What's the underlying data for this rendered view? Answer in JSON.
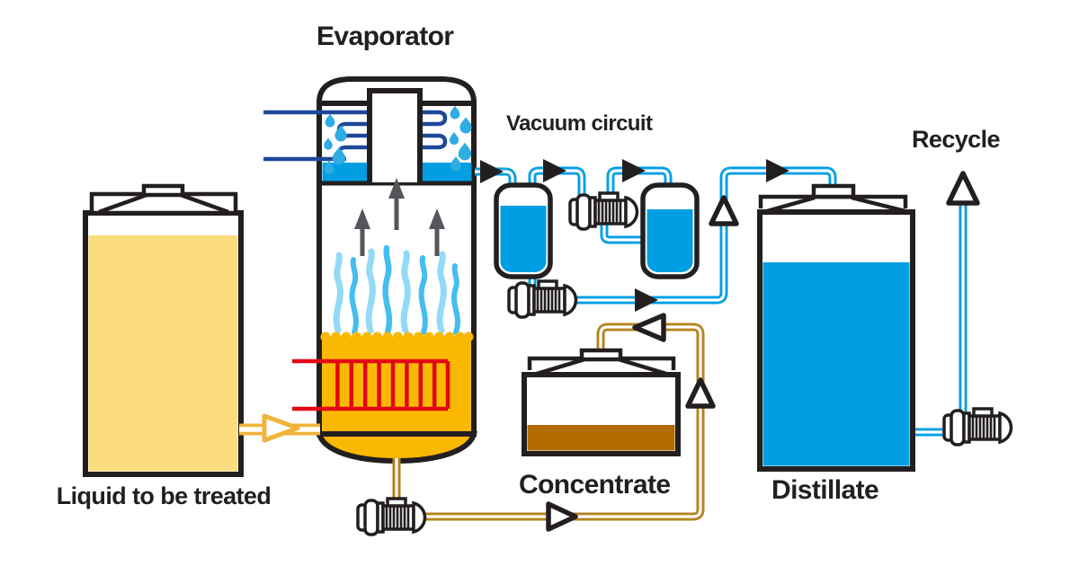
{
  "title": "Vacuum evaporator process diagram",
  "labels": {
    "evaporator": "Evaporator",
    "vacuum_circuit": "Vacuum circuit",
    "recycle": "Recycle",
    "feed_tank": "Liquid to be treated",
    "concentrate": "Concentrate",
    "distillate": "Distillate"
  },
  "palette": {
    "blue": "#009FE3",
    "navy": "#1D4899",
    "steam": "#45BDEF",
    "steam_light": "#93DAF7",
    "droplet": "#2FACE3",
    "yellow_fill": "#FBDC7E",
    "orange": "#FBB800",
    "feed_pipe": "#F0B43C",
    "brown_pipe": "#B5821E",
    "brown_fill": "#B26B00",
    "red": "#E30613",
    "outline": "#231F20",
    "gray_arrow": "#54565B"
  },
  "equipment": [
    {
      "name": "feed-tank",
      "contents_color": "yellow",
      "fill_level": "0.90"
    },
    {
      "name": "evaporator-vessel",
      "contents_color": "orange",
      "features": [
        "condenser-coil",
        "condensate-trough",
        "vapor-arrows",
        "steam-wisps",
        "red-heating-coil",
        "rounded-bottom"
      ]
    },
    {
      "name": "vacuum-tank-1",
      "contents_color": "blue",
      "fill_level": "0.75"
    },
    {
      "name": "vacuum-tank-2",
      "contents_color": "blue",
      "fill_level": "0.72"
    },
    {
      "name": "concentrate-tank",
      "contents_color": "brown",
      "fill_level": "0.30"
    },
    {
      "name": "distillate-tank",
      "contents_color": "blue",
      "fill_level": "0.80"
    },
    {
      "name": "pumps",
      "count": 4
    }
  ],
  "flows": [
    {
      "line": "feed",
      "color": "yellow",
      "from": "feed-tank",
      "to": "evaporator-vessel"
    },
    {
      "line": "vacuum-circuit",
      "color": "blue",
      "from": "evaporator-vessel",
      "to": "distillate-tank"
    },
    {
      "line": "concentrate",
      "color": "brown",
      "from": "evaporator-vessel",
      "to": "concentrate-tank"
    },
    {
      "line": "recycle",
      "color": "blue",
      "from": "distillate-tank",
      "to": "recycle"
    }
  ]
}
